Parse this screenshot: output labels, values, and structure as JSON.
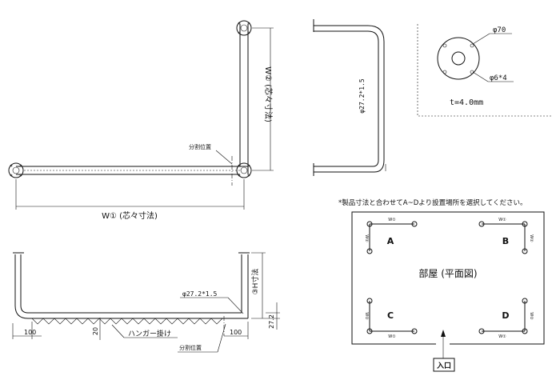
{
  "top_left_view": {
    "w1_label": "W① (芯々寸法)",
    "w2_label": "W② (芯々寸法)",
    "split_label": "分割位置"
  },
  "side_view": {
    "diameter_label": "φ27.2*1.5"
  },
  "flange_detail": {
    "outer_label": "φ70",
    "holes_label": "φ6*4",
    "thickness_label": "t=4.0mm"
  },
  "front_view": {
    "diameter_label": "φ27.2*1.5",
    "h_label": "③H寸法",
    "dim_272": "27.2",
    "dim_100_left": "100",
    "dim_100_right": "100",
    "dim_20": "20",
    "hanger_label": "ハンガー掛け",
    "split_label": "分割位置"
  },
  "room_plan": {
    "note": "*製品寸法と合わせてA~Dより設置場所を選択してください。",
    "title": "部屋 (平面図)",
    "entrance": "入口",
    "corners": [
      {
        "letter": "A",
        "w1": "W①",
        "w2": "W②"
      },
      {
        "letter": "B",
        "w1": "W①",
        "w2": "W②"
      },
      {
        "letter": "C",
        "w1": "W①",
        "w2": "W②"
      },
      {
        "letter": "D",
        "w1": "W①",
        "w2": "W②"
      }
    ]
  }
}
